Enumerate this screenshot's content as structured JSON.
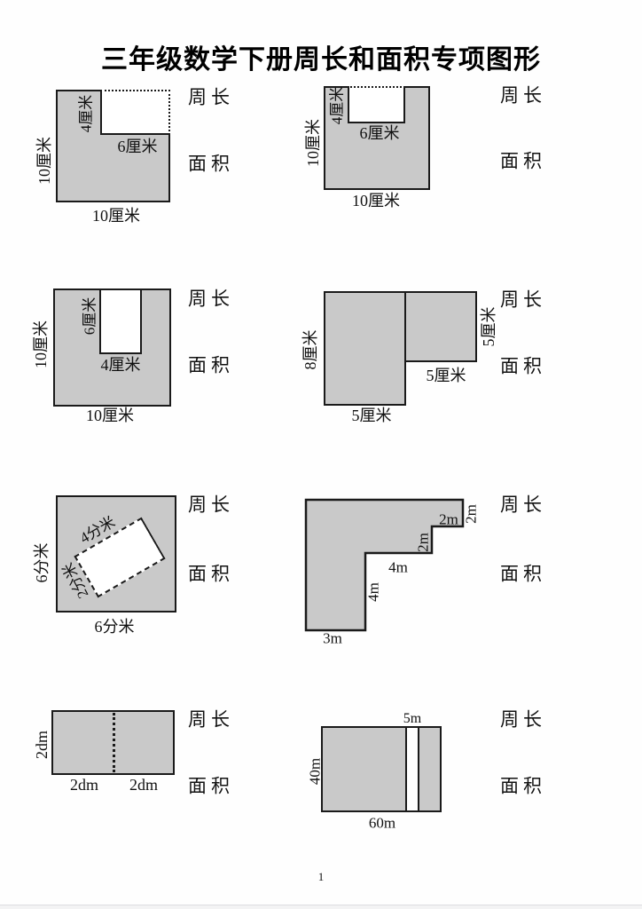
{
  "title": "三年级数学下册周长和面积专项图形",
  "page_number": "1",
  "perimeter_label": "周长",
  "area_label": "面积",
  "colors": {
    "shape_fill": "#c9c9c9",
    "outline": "#1a1a1a",
    "paper": "#fefefe"
  },
  "figures": [
    {
      "id": "square-with-corner-notch",
      "description": "10cm square, 6cm x 4cm notch cut from top-right corner (cut shown dotted)",
      "labels": {
        "left": "10厘米",
        "bottom": "10厘米",
        "notch_height": "4厘米",
        "notch_width": "6厘米"
      }
    },
    {
      "id": "square-with-top-notch",
      "description": "10cm square, 6cm x 4cm notch cut from top edge (top shown dotted)",
      "labels": {
        "left": "10厘米",
        "bottom": "10厘米",
        "notch_height": "4厘米",
        "notch_width": "6厘米"
      }
    },
    {
      "id": "square-with-deep-top-notch",
      "description": "10cm square, 4cm x 6cm notch cut from top edge",
      "labels": {
        "left": "10厘米",
        "bottom": "10厘米",
        "notch_height": "6厘米",
        "notch_width": "4厘米"
      }
    },
    {
      "id": "two-joined-rectangles",
      "description": "5cm x 8cm rectangle joined with 5cm x 5cm square at top-right",
      "labels": {
        "left": "8厘米",
        "bottom_left": "5厘米",
        "right": "5厘米",
        "bottom_right": "5厘米"
      }
    },
    {
      "id": "square-with-rotated-inner-rect",
      "description": "6dm square containing a tilted 4dm x 2dm dashed rectangle",
      "labels": {
        "left": "6分米",
        "bottom": "6分米",
        "inner_long": "4分米",
        "inner_short": "2分米"
      }
    },
    {
      "id": "staircase-shape",
      "description": "step-shaped polygon with labeled sides",
      "labels": {
        "right": "2m",
        "step_top": "2m",
        "step_side": "2m",
        "mid_bottom": "4m",
        "mid_side": "4m",
        "bottom": "3m"
      }
    },
    {
      "id": "rectangle-halved",
      "description": "4dm x 2dm rectangle split into two 2dm squares by dotted line",
      "labels": {
        "left": "2dm",
        "bottom_left": "2dm",
        "bottom_right": "2dm"
      }
    },
    {
      "id": "rectangle-with-path-strip",
      "description": "60m x 40m rectangle with a 5m white vertical strip",
      "labels": {
        "top": "5m",
        "left": "40m",
        "bottom": "60m"
      }
    }
  ]
}
